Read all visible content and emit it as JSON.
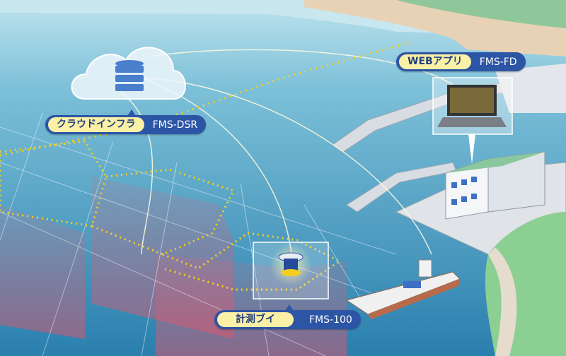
{
  "labels": {
    "cloud": {
      "tag": "クラウドインフラ",
      "code": "FMS-DSR"
    },
    "web": {
      "tag": "WEBアプリ",
      "code": "FMS-FD"
    },
    "buoy": {
      "tag": "計測ブイ",
      "code": "FMS-100"
    }
  },
  "colors": {
    "label_bg": "#2d55a5",
    "label_tag": "#fbf1a6",
    "float": "#f5cf1e",
    "sea": "#3d8fb8"
  }
}
